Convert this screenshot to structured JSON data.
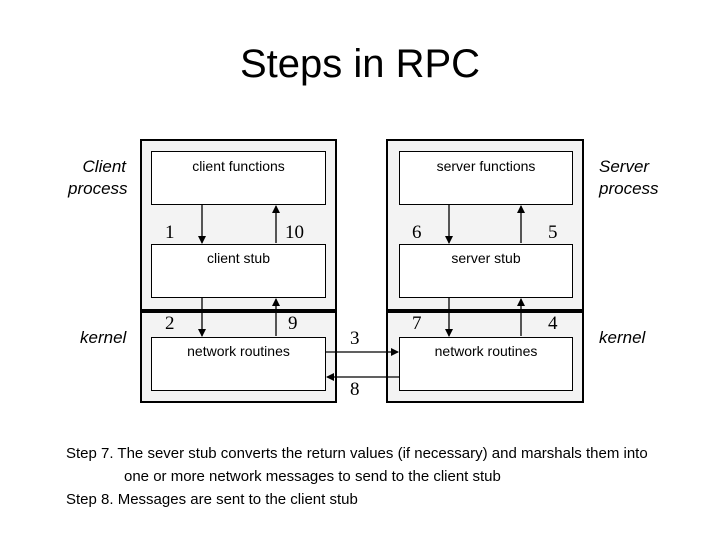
{
  "title": "Steps in RPC",
  "client": {
    "process_label_line1": "Client",
    "process_label_line2": "process",
    "kernel_label": "kernel",
    "functions": "client functions",
    "stub": "client stub",
    "network": "network routines"
  },
  "server": {
    "process_label_line1": "Server",
    "process_label_line2": "process",
    "kernel_label": "kernel",
    "functions": "server functions",
    "stub": "server stub",
    "network": "network routines"
  },
  "steps": [
    "1",
    "2",
    "3",
    "4",
    "5",
    "6",
    "7",
    "8",
    "9",
    "10"
  ],
  "caption": {
    "line1": "Step 7. The sever stub converts the return values (if necessary) and marshals them into",
    "line2": "one or more network messages to send to the client stub",
    "line3": "Step 8.  Messages are sent to the client stub"
  }
}
